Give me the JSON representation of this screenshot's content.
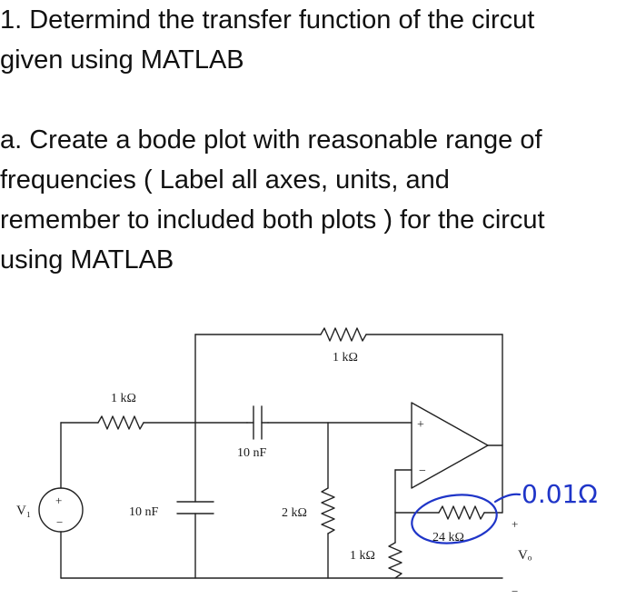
{
  "question": {
    "title_lines": [
      "1. Determind the transfer function of the circut",
      "given using MATLAB"
    ],
    "part_a_lines": [
      "a. Create a bode plot with reasonable range of",
      "frequencies ( Label all axes, units, and",
      "remember to included both plots ) for the circut",
      "using MATLAB"
    ]
  },
  "circuit": {
    "source_label": "V₁",
    "source_plus": "+",
    "source_minus": "−",
    "r_in": "1 kΩ",
    "c_shunt": "10 nF",
    "c_series": "10 nF",
    "r_2k": "2 kΩ",
    "r_feedback": "1 kΩ",
    "r_ground": "1 kΩ",
    "r_24k": "24 kΩ",
    "opamp_plus": "+",
    "opamp_minus": "−",
    "out_plus": "+",
    "out_minus": "−",
    "output_label": "Vₒ",
    "annotation": "0.01Ω",
    "annotation_color": "#1f35c8"
  }
}
